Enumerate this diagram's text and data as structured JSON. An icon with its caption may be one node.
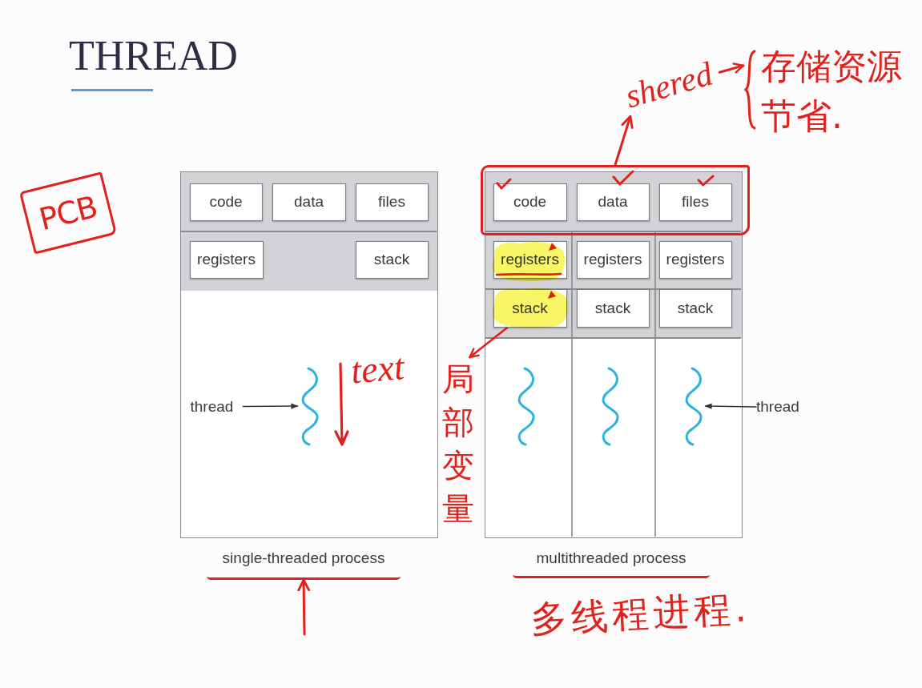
{
  "diagram": {
    "title": "THREAD",
    "nodes": [
      {
        "text": [
          "PCB"
        ]
      },
      {
        "text": [],
        "shape": "box"
      },
      {
        "text": [
          "code"
        ],
        "in": 1
      },
      {
        "text": [
          "data"
        ],
        "in": 1
      },
      {
        "text": [
          "files"
        ],
        "in": 1
      },
      {
        "text": [
          "registers"
        ],
        "in": 1
      },
      {
        "text": [
          "stack"
        ],
        "in": 1
      },
      {
        "text": [
          "thread"
        ],
        "in": 1
      },
      {
        "text": [],
        "shape": "wave",
        "in": 1
      },
      {
        "text": [
          "single-threaded process"
        ]
      },
      {
        "text": [
          "shered"
        ]
      },
      {
        "text": [
          "存储资源节省."
        ]
      },
      {
        "text": [],
        "shape": "box"
      },
      {
        "text": [],
        "shape": "box"
      },
      {
        "text": [
          "code"
        ],
        "in": 12
      },
      {
        "text": [
          "data"
        ],
        "in": 12
      },
      {
        "text": [
          "files"
        ],
        "in": 12
      },
      {
        "text": [
          "registers"
        ],
        "in": 13
      },
      {
        "text": [
          "registers"
        ],
        "in": 13
      },
      {
        "text": [
          "registers"
        ],
        "in": 13
      },
      {
        "text": [
          "stack"
        ],
        "in": 13
      },
      {
        "text": [
          "stack"
        ],
        "in": 13
      },
      {
        "text": [
          "stack"
        ],
        "in": 13
      },
      {
        "text": [],
        "shape": "wave",
        "in": 13
      },
      {
        "text": [],
        "shape": "wave",
        "in": 13
      },
      {
        "text": [],
        "shape": "wave",
        "in": 13
      },
      {
        "text": [
          "thread"
        ]
      },
      {
        "text": [
          "局部变量"
        ]
      },
      {
        "text": [
          "multithreaded process"
        ]
      }
    ],
    "edges": [
      {
        "from": 7,
        "to": 8,
        "arrow": "to",
        "color": "#333333"
      },
      {
        "from": 26,
        "to": 25,
        "arrow": "to",
        "color": "#333333"
      },
      {
        "from": 12,
        "to": 10,
        "arrow": "to"
      },
      {
        "from": 10,
        "to": 11,
        "arrow": "to"
      },
      {
        "from": 20,
        "to": 27,
        "arrow": "to"
      },
      {
        "from": null,
        "to": 9,
        "arrow": "to"
      }
    ],
    "labels": [
      "text",
      "多线程进程."
    ]
  }
}
